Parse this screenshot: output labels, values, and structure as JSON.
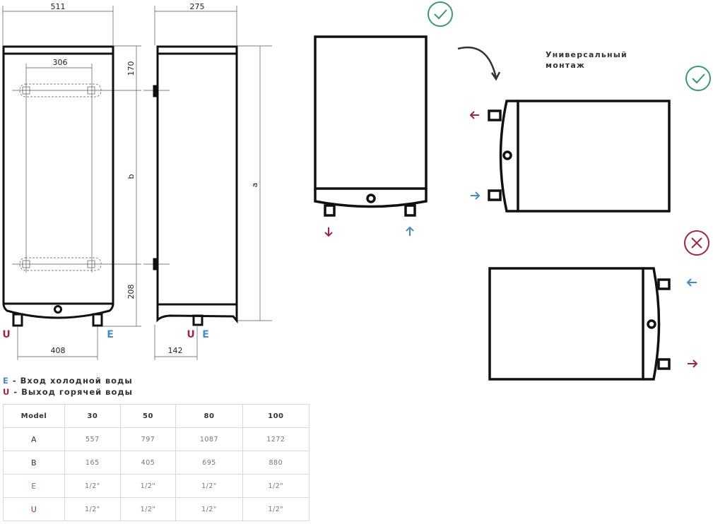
{
  "dimensions": {
    "width_front": "511",
    "width_side": "275",
    "bracket_spacing": "306",
    "top_offset": "170",
    "b_label": "b",
    "a_label": "a",
    "bottom_offset": "208",
    "pipe_spacing": "408",
    "pipe_depth": "142",
    "u_label": "U",
    "e_label": "E"
  },
  "legend": {
    "e_key": "E",
    "e_text": " - Вход холодной воды",
    "u_key": "U",
    "u_text": " - Выход горячей воды"
  },
  "table": {
    "headers": [
      "Model",
      "30",
      "50",
      "80",
      "100"
    ],
    "rows": [
      {
        "label": "A",
        "values": [
          "557",
          "797",
          "1087",
          "1272"
        ]
      },
      {
        "label": "B",
        "values": [
          "165",
          "405",
          "695",
          "880"
        ]
      },
      {
        "label": "E",
        "values": [
          "1/2\"",
          "1/2\"",
          "1/2\"",
          "1/2\""
        ]
      },
      {
        "label": "U",
        "values": [
          "1/2\"",
          "1/2\"",
          "1/2\"",
          "1/2\""
        ]
      }
    ]
  },
  "mounting": {
    "caption_line1": "Универсальный",
    "caption_line2": "монтаж"
  },
  "colors": {
    "hot": "#a0244a",
    "cold": "#4a88c0",
    "ok": "#3a9a6a",
    "bad": "#a0244a"
  }
}
